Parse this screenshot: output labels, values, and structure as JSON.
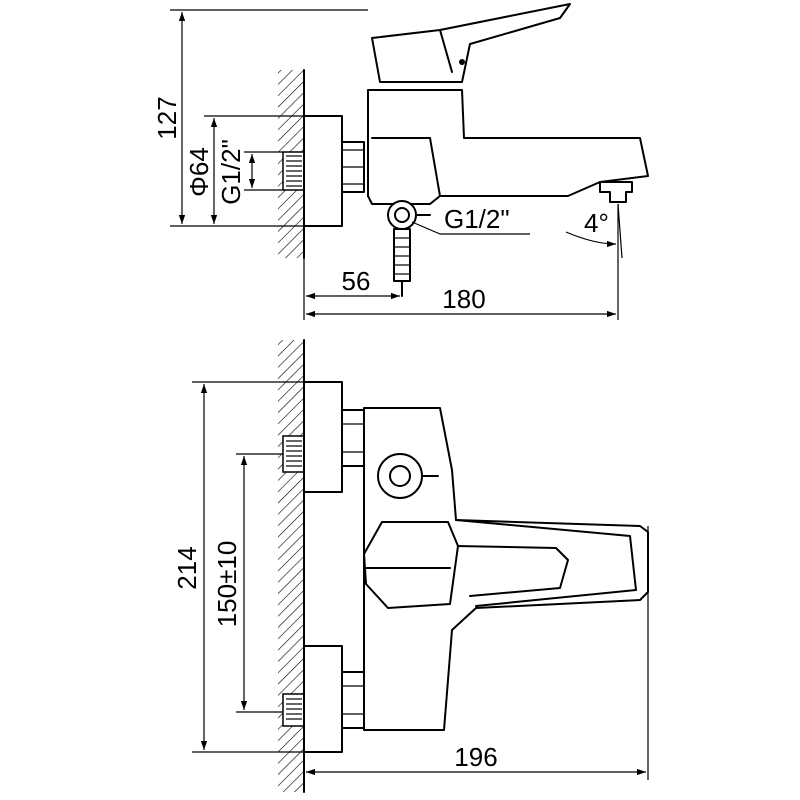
{
  "dimensions": {
    "height_total": "127",
    "diameter": "Φ64",
    "thread_left": "G1/2\"",
    "thread_diverter": "G1/2\"",
    "angle": "4°",
    "inlet_offset": "56",
    "spout_length": "180",
    "overall_height": "214",
    "centre_distance": "150±10",
    "overall_length": "196"
  }
}
